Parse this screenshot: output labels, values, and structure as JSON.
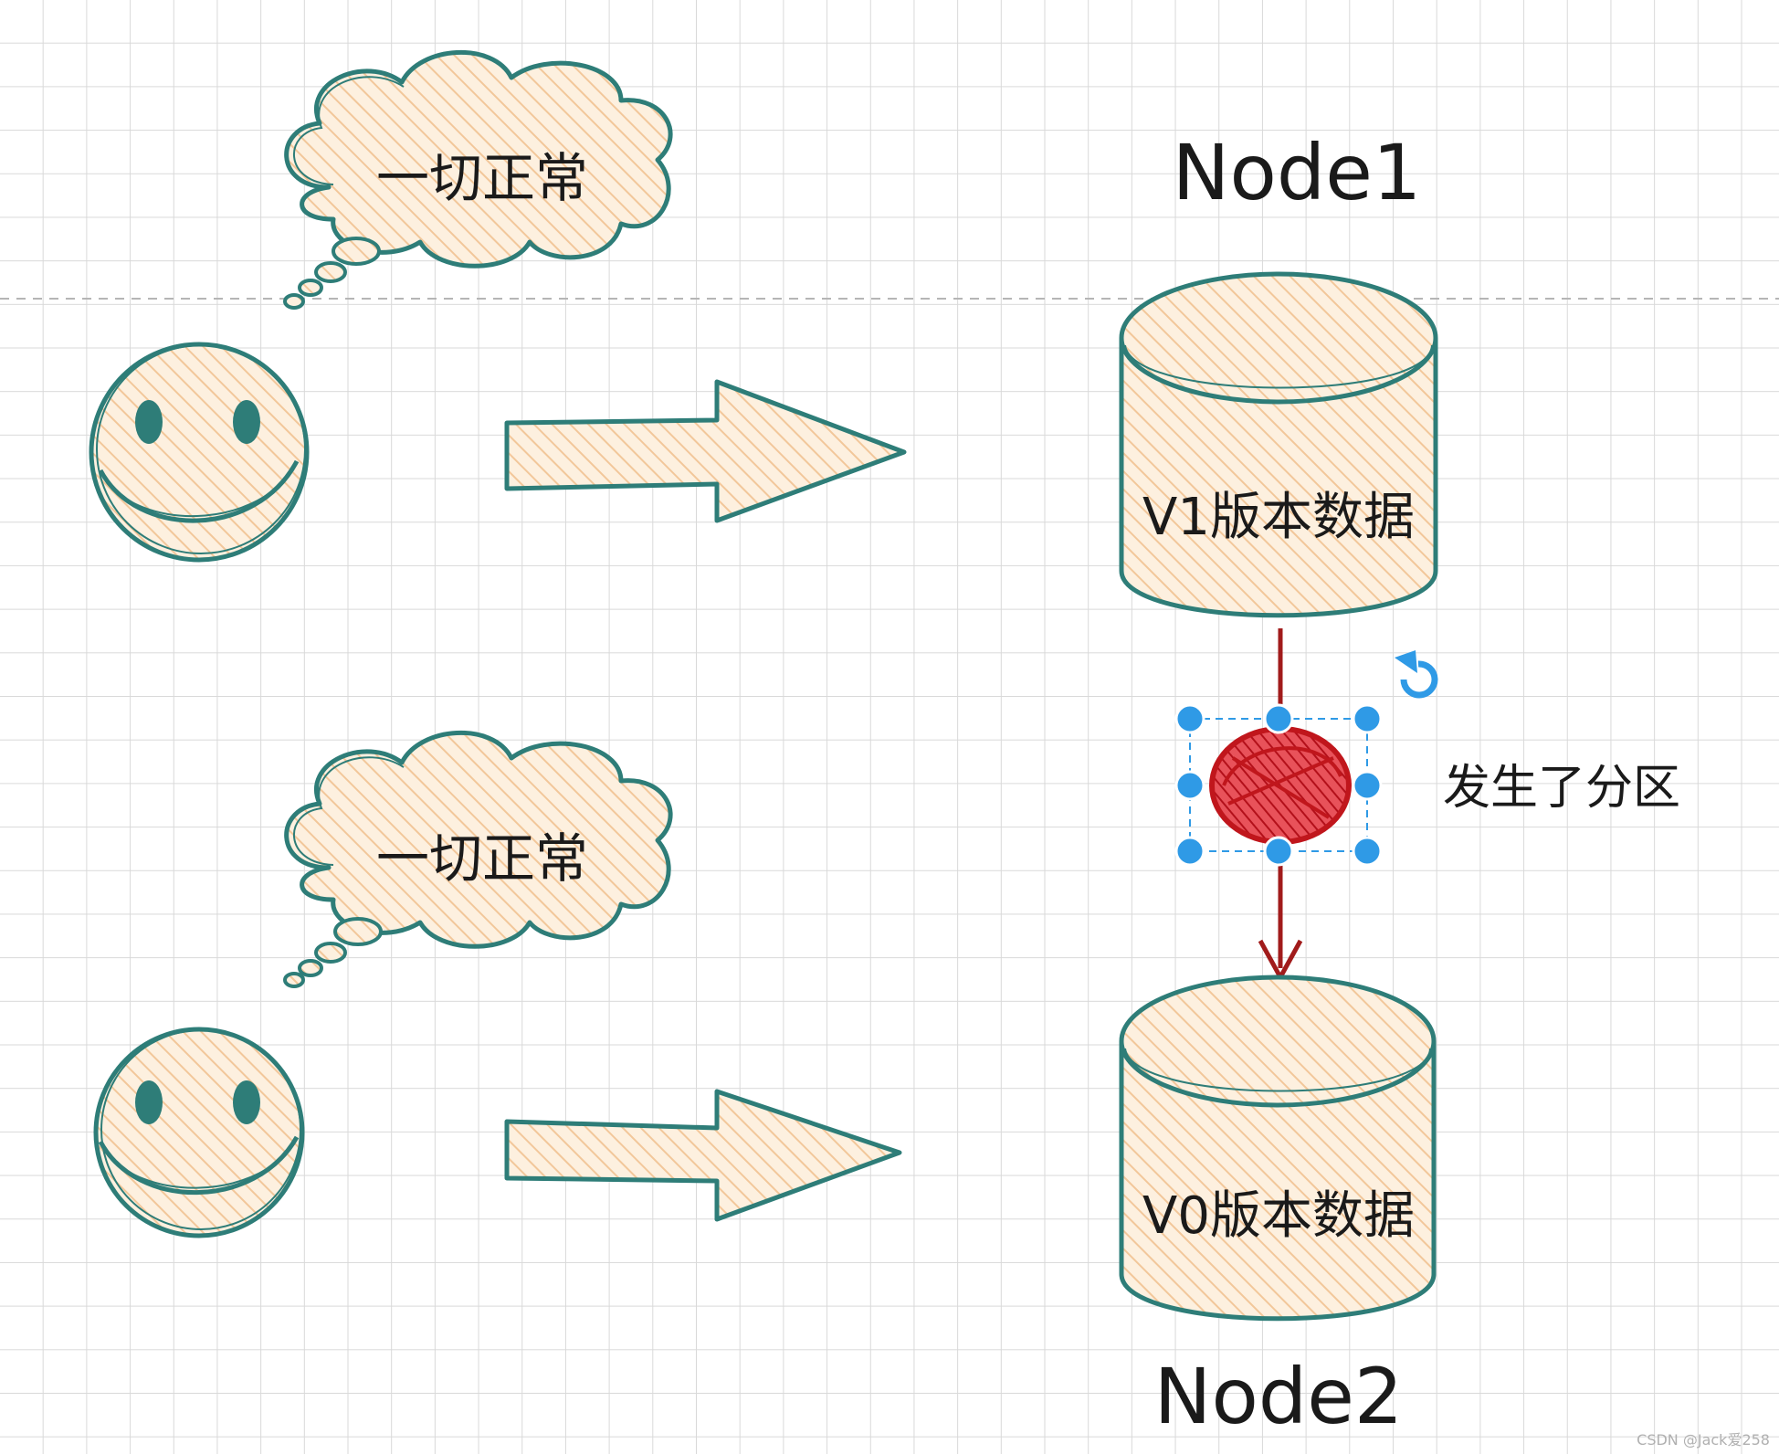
{
  "colors": {
    "stroke": "#2e7d78",
    "fill": "#fbe6cc",
    "hatch": "#f2c79a",
    "partition": "#c0161c",
    "arrow_line": "#a11b1b",
    "selection": "#2f9ae6",
    "grid": "#d9d9d9"
  },
  "top_row": {
    "thought": "一切正常",
    "node_title": "Node1",
    "db_label": "V1版本数据"
  },
  "bottom_row": {
    "thought": "一切正常",
    "node_title": "Node2",
    "db_label": "V0版本数据"
  },
  "partition": {
    "label": "发生了分区",
    "icon": "partition-blob-icon",
    "rotate_icon": "rotate-icon"
  },
  "watermark": "CSDN @Jack爱258"
}
